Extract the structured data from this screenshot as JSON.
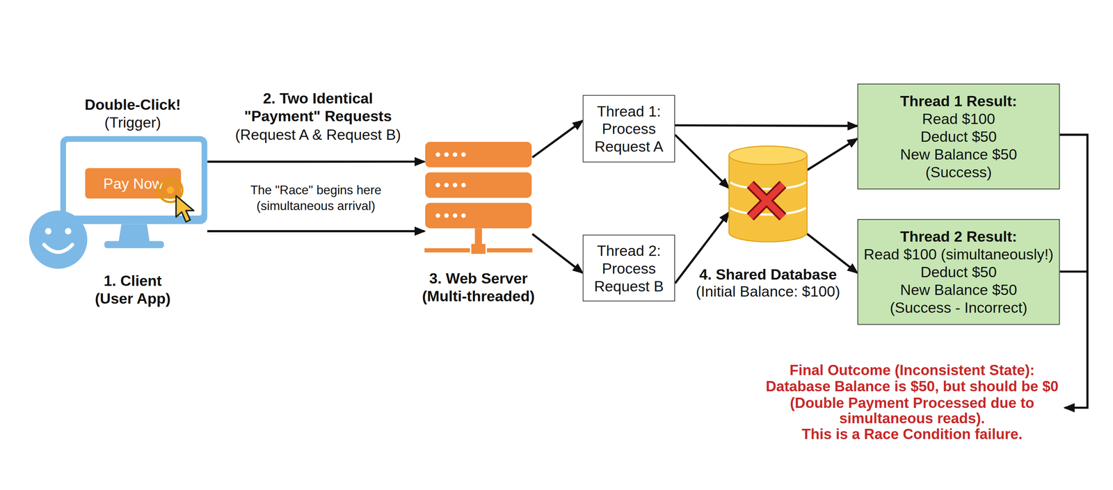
{
  "diagram": {
    "nodes": [
      {
        "text": [
          "Double-Click!",
          "(Trigger)",
          "1. Client (User App)"
        ]
      },
      {
        "text": [
          "Pay Now"
        ],
        "in": 0
      },
      {
        "text": [
          "3. Web Server (Multi-threaded)"
        ]
      },
      {
        "text": [
          "Thread 1: Process Request A"
        ]
      },
      {
        "text": [
          "Thread 2: Process Request B"
        ]
      },
      {
        "text": [
          "4. Shared Database",
          "(Initial Balance: $100)"
        ]
      },
      {
        "text": [
          "Thread 1 Result:",
          "Read $100",
          "Deduct $50",
          "New Balance $50",
          "(Success)"
        ]
      },
      {
        "text": [
          "Thread 2 Result:",
          "Read $100 (simultaneously!)",
          "Deduct $50",
          "New Balance $50",
          "(Success - Incorrect)"
        ]
      }
    ],
    "edges": [
      {
        "from": 0,
        "to": 2,
        "arrow": "to"
      },
      {
        "from": 0,
        "to": 2,
        "arrow": "to"
      },
      {
        "from": 2,
        "to": 3,
        "arrow": "to"
      },
      {
        "from": 2,
        "to": 4,
        "arrow": "to"
      },
      {
        "from": 3,
        "to": 6,
        "arrow": "to"
      },
      {
        "from": 3,
        "to": 5,
        "arrow": "to"
      },
      {
        "from": 4,
        "to": 5,
        "arrow": "to"
      },
      {
        "from": 5,
        "to": 6,
        "arrow": "to"
      },
      {
        "from": 5,
        "to": 7,
        "arrow": "to"
      }
    ],
    "labels": [
      "2. Two Identical \"Payment\" Requests",
      "(Request A & Request B)",
      "The \"Race\" begins here (simultaneous arrival)",
      "Final Outcome (Inconsistent State):",
      "Database Balance is $50, but should be $0 (Double Payment Processed due to simultaneous reads).",
      "This is a Race Condition failure."
    ]
  }
}
